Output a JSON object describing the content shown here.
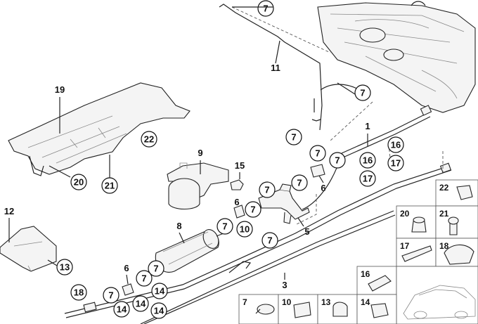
{
  "diagram": {
    "plain_labels": [
      "1",
      "3",
      "5",
      "6",
      "6",
      "6",
      "8",
      "9",
      "11",
      "12",
      "15",
      "19"
    ],
    "callouts": [
      "7",
      "7",
      "7",
      "7",
      "7",
      "7",
      "7",
      "7",
      "7",
      "7",
      "7",
      "7",
      "7",
      "7",
      "7",
      "10",
      "13",
      "14",
      "14",
      "14",
      "14",
      "16",
      "16",
      "17",
      "17",
      "18",
      "20",
      "21",
      "22"
    ],
    "legend": [
      "22",
      "20",
      "21",
      "17",
      "18",
      "16",
      "7",
      "10",
      "13",
      "14"
    ]
  }
}
